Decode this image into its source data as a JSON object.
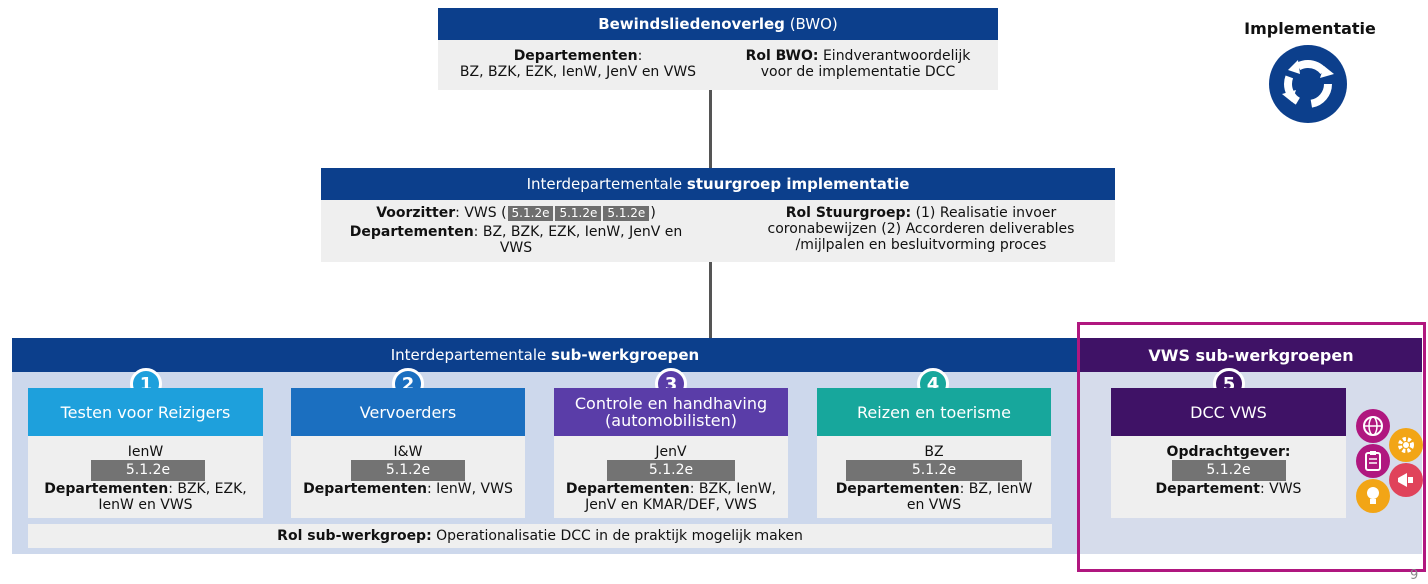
{
  "bwo": {
    "title_bold": "Bewindsliedenoverleg",
    "title_rest": "(BWO)",
    "dept_label": "Departementen",
    "dept_colon": ":",
    "dept_list": "BZ, BZK, EZK, IenW, JenV en VWS",
    "role_label": "Rol BWO:",
    "role_line1": "Eindverantwoordelijk",
    "role_line2": "voor de implementatie DCC"
  },
  "stuurgroep": {
    "title_prefix": "Interdepartementale",
    "title_bold": "stuurgroep implementatie",
    "chair_label": "Voorzitter",
    "chair_value": ": VWS (",
    "chair_redactions": [
      "5.1.2e",
      "5.1.2e",
      "5.1.2e"
    ],
    "chair_close": ")",
    "dept_label": "Departementen",
    "dept_value": ": BZ, BZK, EZK, IenW, JenV en",
    "dept_value2": "VWS",
    "role_label": "Rol Stuurgroep:",
    "role_line1": "(1) Realisatie invoer",
    "role_line2": "coronabewijzen (2) Accorderen deliverables",
    "role_line3": "/mijlpalen en besluitvorming proces"
  },
  "implementatie": {
    "label": "Implementatie",
    "icon": "circular-arrows-icon"
  },
  "subwerkgroepen": {
    "title_prefix": "Interdepartementale",
    "title_bold": "sub-werkgroepen",
    "role_label": "Rol sub-werkgroep:",
    "role_text": "Operationalisatie DCC in de praktijk mogelijk maken",
    "groups": [
      {
        "num": "1",
        "title": "Testen voor Reiziger",
        "title_end": "s",
        "lead": "IenW",
        "redaction": "5.1.2e",
        "dept_label": "Departementen",
        "dept_text": ": BZK, EZK,",
        "dept_text2": "IenW en VWS",
        "color": "#1ea0dc"
      },
      {
        "num": "2",
        "title": "Vervoerders",
        "lead": "I&W",
        "redaction": "5.1.2e",
        "dept_label": "Departementen",
        "dept_text": ": IenW, VWS",
        "color": "#1b6fc0"
      },
      {
        "num": "3",
        "title": "Controle en handhaving",
        "title2": "(automobilisten)",
        "lead": "JenV",
        "redaction": "5.1.2e",
        "dept_label": "Departementen",
        "dept_text": ": BZK, IenW,",
        "dept_text2": "JenV en KMAR/DEF, VWS",
        "color": "#5a3da8"
      },
      {
        "num": "4",
        "title": "Reizen en toerisme",
        "lead": "BZ",
        "redaction": "5.1.2e",
        "dept_label": "Departementen",
        "dept_text": ": BZ, IenW",
        "dept_text2": "en VWS",
        "color": "#17a79c"
      }
    ]
  },
  "vws": {
    "header": "VWS sub-werkgroepen",
    "num": "5",
    "title": "DCC VWS",
    "client_label": "Opdrachtgever:",
    "redaction": "5.1.2e",
    "dept_label": "Departement",
    "dept_text": ": VWS",
    "highlight_color": "#b0177f",
    "icons": [
      "globe-icon",
      "gear-icon",
      "clipboard-icon",
      "megaphone-icon",
      "lightbulb-icon"
    ]
  },
  "page_number": "9",
  "colors": {
    "navy": "#0c3f8c",
    "purple_dark": "#3f1266",
    "panel_bg": "#cdd8ec",
    "vws_bg": "#d6dceb"
  }
}
